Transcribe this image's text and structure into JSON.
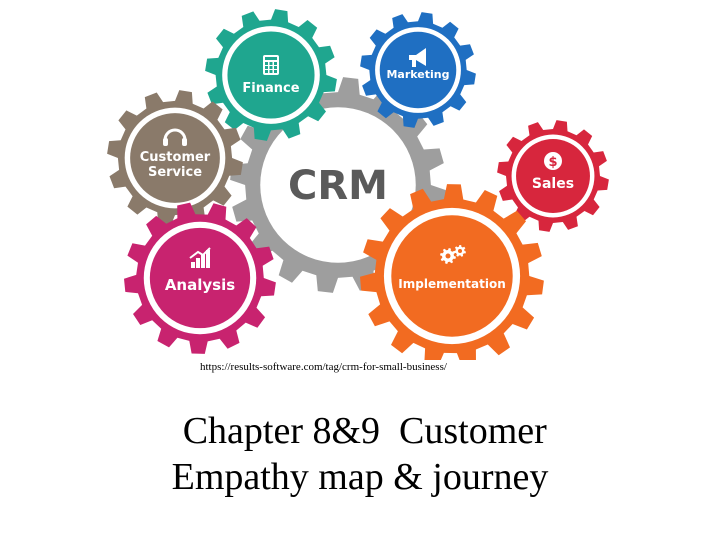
{
  "diagram": {
    "center": {
      "label": "CRM",
      "color": "#9e9e9e"
    },
    "gears": [
      {
        "id": "finance",
        "label_lines": [
          "Finance"
        ],
        "color": "#1fa68f",
        "icon": "calculator-icon"
      },
      {
        "id": "marketing",
        "label_lines": [
          "Marketing"
        ],
        "color": "#1f6fc2",
        "icon": "megaphone-icon"
      },
      {
        "id": "customer-service",
        "label_lines": [
          "Customer",
          "Service"
        ],
        "color": "#8a7a6a",
        "icon": "headset-icon"
      },
      {
        "id": "sales",
        "label_lines": [
          "Sales"
        ],
        "color": "#d7263d",
        "icon": "dollar-icon"
      },
      {
        "id": "analysis",
        "label_lines": [
          "Analysis"
        ],
        "color": "#c8236f",
        "icon": "bar-chart-icon"
      },
      {
        "id": "implementation",
        "label_lines": [
          "Implementation"
        ],
        "color": "#f26b21",
        "icon": "gears-icon"
      }
    ]
  },
  "source_url": "https://results-software.com/tag/crm-for-small-business/",
  "title": {
    "line1": " Chapter 8&9  Customer",
    "line2": "Empathy map & journey"
  }
}
